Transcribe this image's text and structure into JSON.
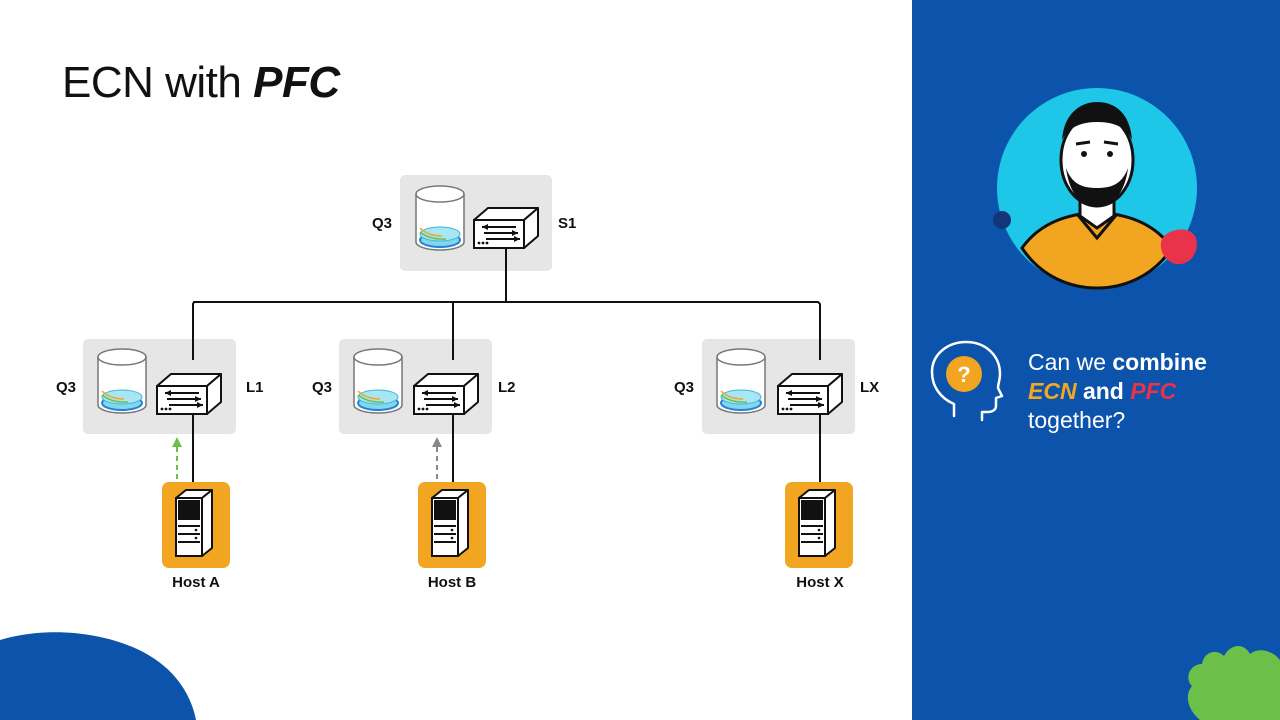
{
  "title": {
    "prefix": "ECN with ",
    "emphasis": "PFC"
  },
  "spine": {
    "queue_label": "Q3",
    "switch_label": "S1"
  },
  "leaves": [
    {
      "queue_label": "Q3",
      "switch_label": "L1"
    },
    {
      "queue_label": "Q3",
      "switch_label": "L2"
    },
    {
      "queue_label": "Q3",
      "switch_label": "LX"
    }
  ],
  "hosts": [
    {
      "label": "Host A"
    },
    {
      "label": "Host B"
    },
    {
      "label": "Host X"
    }
  ],
  "question": {
    "part1": "Can we ",
    "part2": "combine",
    "ecn": "ECN",
    "and": " and ",
    "pfc": "PFC",
    "part3": "together?"
  },
  "colors": {
    "panel_blue": "#0b53ab",
    "host_orange": "#f1a520",
    "ecn_orange": "#f5a623",
    "pfc_red": "#e8334a",
    "arrow_green": "#6cc04a",
    "arrow_gray": "#888888",
    "box_gray": "#e6e6e6",
    "water_cyan": "#7fd8ec"
  },
  "icons": {
    "switch": "network-switch-icon",
    "queue": "queue-cylinder-icon",
    "host": "server-icon",
    "question": "question-head-icon"
  }
}
